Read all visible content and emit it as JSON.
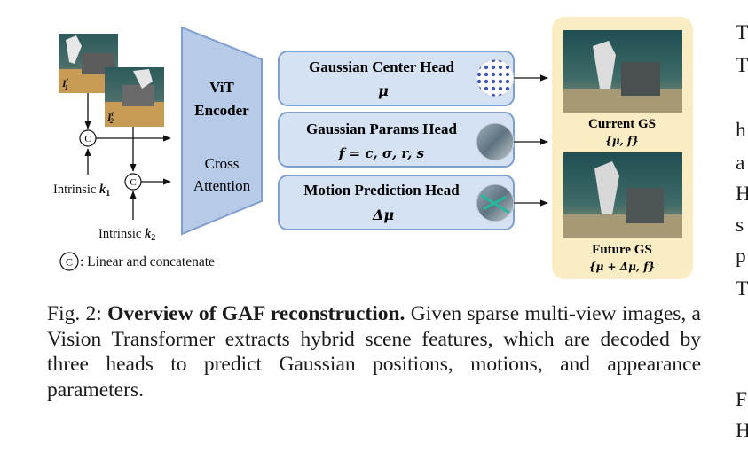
{
  "figure": {
    "inputs": {
      "image1_label": "I",
      "image1_sup": "t",
      "image1_sub": "1",
      "image2_label": "I",
      "image2_sup": "t",
      "image2_sub": "2",
      "intrinsic1_text": "Intrinsic",
      "intrinsic1_var": "k",
      "intrinsic1_sub": "1",
      "intrinsic2_text": "Intrinsic",
      "intrinsic2_var": "k",
      "intrinsic2_sub": "2",
      "concat_symbol": "C",
      "legend_text": ": Linear and concatenate"
    },
    "encoder": {
      "title_line1": "ViT",
      "title_line2": "Encoder",
      "sub_line1": "Cross",
      "sub_line2": "Attention"
    },
    "heads": [
      {
        "title": "Gaussian Center Head",
        "formula": "μ"
      },
      {
        "title": "Gaussian Params Head",
        "formula": "f  =  c, σ, r, s"
      },
      {
        "title": "Motion Prediction Head",
        "formula": "Δμ"
      }
    ],
    "outputs": {
      "current_title": "Current GS",
      "current_formula": "{μ,  f}",
      "future_title": "Future GS",
      "future_formula": "{μ + Δμ,  f}"
    },
    "colors": {
      "head_fill": "#d5e2f3",
      "head_stroke": "#7f9fce",
      "encoder_fill": "#b7cbe8",
      "output_panel": "#fbedc3"
    }
  },
  "caption": {
    "label": "Fig. 2:",
    "bold": "Overview of GAF reconstruction.",
    "line1_rest": "Given sparse",
    "line2": "multi-view images, a Vision Transformer extracts hybrid",
    "line3": "scene features, which are decoded by three heads to predict",
    "line4": "Gaussian positions, motions, and appearance parameters."
  },
  "right_column": [
    "T",
    "T",
    "h",
    "a",
    "H",
    "s",
    "p",
    "T",
    "F",
    "H"
  ]
}
